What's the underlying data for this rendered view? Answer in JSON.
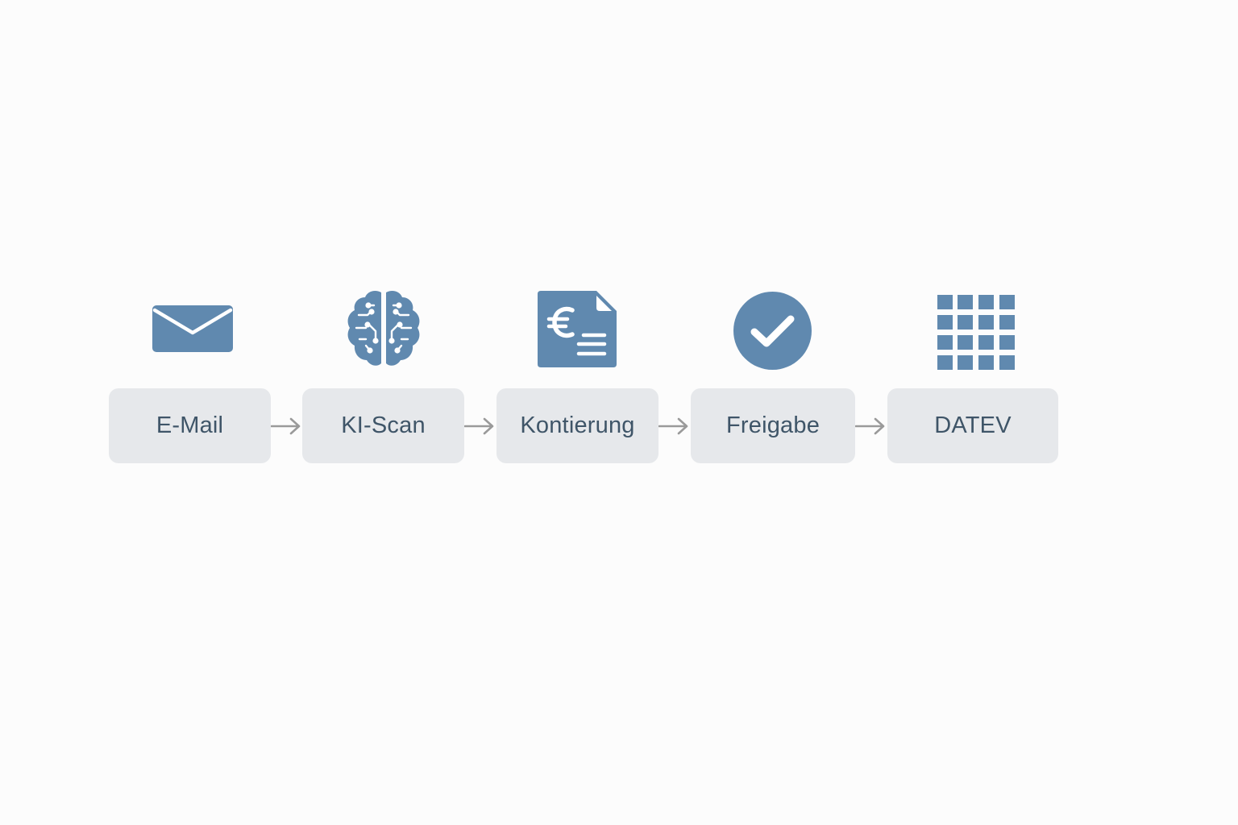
{
  "colors": {
    "background": "#fcfcfc",
    "icon": "#6089af",
    "box": "#e6e8eb",
    "label": "#3f5568",
    "arrow": "#9a9a9a"
  },
  "steps": [
    {
      "label": "E-Mail",
      "icon": "envelope-icon"
    },
    {
      "label": "KI-Scan",
      "icon": "brain-icon"
    },
    {
      "label": "Kontierung",
      "icon": "euro-document-icon"
    },
    {
      "label": "Freigabe",
      "icon": "checkmark-circle-icon"
    },
    {
      "label": "DATEV",
      "icon": "grid-table-icon"
    }
  ],
  "connectors": [
    {
      "from": "E-Mail",
      "to": "KI-Scan"
    },
    {
      "from": "KI-Scan",
      "to": "Kontierung"
    },
    {
      "from": "Kontierung",
      "to": "Freigabe"
    },
    {
      "from": "Freigabe",
      "to": "DATEV"
    }
  ]
}
